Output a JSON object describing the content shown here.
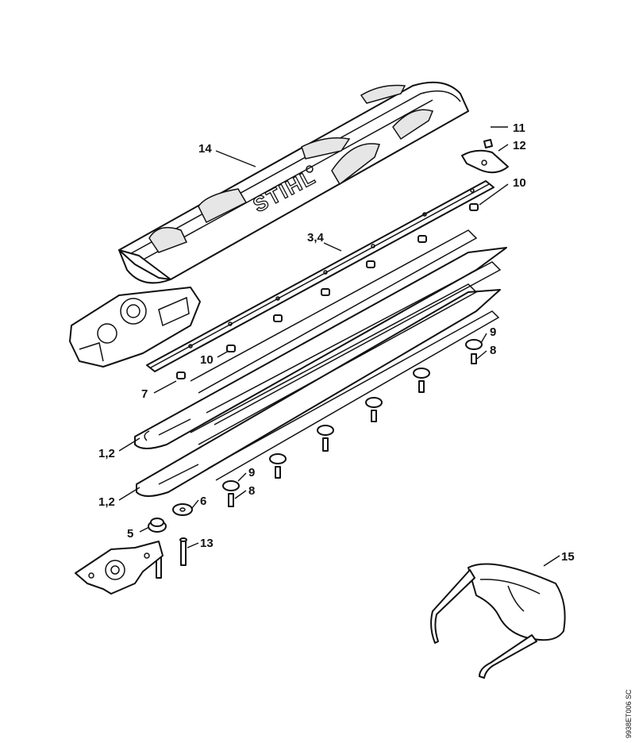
{
  "brand_text": "STIHL",
  "document_code": "9938ET006 SC",
  "callouts": {
    "c14": "14",
    "c11": "11",
    "c12": "12",
    "c10a": "10",
    "c34": "3,4",
    "c10b": "10",
    "c9a": "9",
    "c8a": "8",
    "c7": "7",
    "c12a": "1,2",
    "c12b": "1,2",
    "c9b": "9",
    "c8b": "8",
    "c6": "6",
    "c5": "5",
    "c13": "13",
    "c15": "15"
  }
}
